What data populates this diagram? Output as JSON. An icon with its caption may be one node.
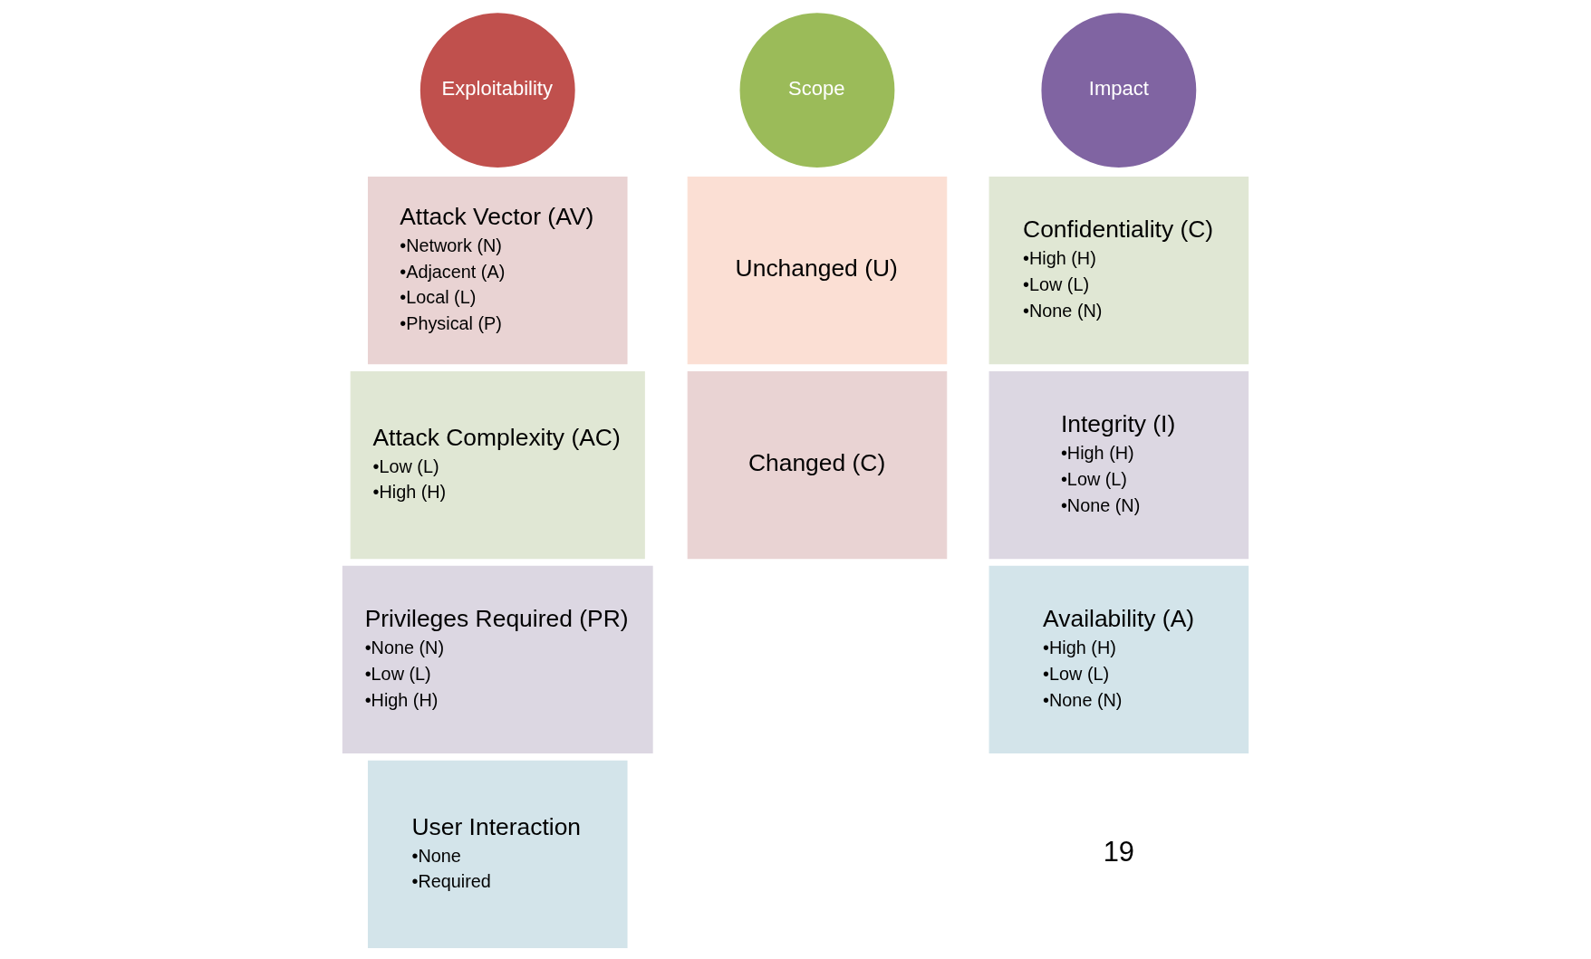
{
  "diagram": {
    "nodes": [
      {
        "text": [
          "Exploitability"
        ]
      },
      {
        "text": [
          "Attack Vector (AV)",
          "•Network (N)",
          "•Adjacent (A)",
          "•Local (L)",
          "•Physical (P)"
        ]
      },
      {
        "text": [
          "Attack Complexity (AC)",
          "•Low (L)",
          "•High (H)"
        ]
      },
      {
        "text": [
          "Privileges Required (PR)",
          "•None (N)",
          "•Low (L)",
          "•High (H)"
        ]
      },
      {
        "text": [
          "User Interaction",
          "•None",
          "•Required"
        ]
      },
      {
        "text": [
          "Scope"
        ]
      },
      {
        "text": [
          "Unchanged (U)"
        ]
      },
      {
        "text": [
          "Changed (C)"
        ]
      },
      {
        "text": [
          "Impact"
        ]
      },
      {
        "text": [
          "Confidentiality (C)",
          "•High (H)",
          "•Low (L)",
          "•None (N)"
        ]
      },
      {
        "text": [
          "Integrity (I)",
          "•High (H)",
          "•Low (L)",
          "•None (N)"
        ]
      },
      {
        "text": [
          "Availability (A)",
          "•High (H)",
          "•Low (L)",
          "•None (N)"
        ]
      }
    ],
    "labels": [
      "19"
    ]
  }
}
